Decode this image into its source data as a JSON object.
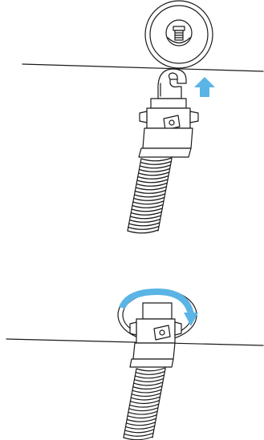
{
  "diagram": {
    "steps": [
      {
        "id": "step-1",
        "action": "push-up",
        "arrow_icon": "arrow-up-icon"
      },
      {
        "id": "step-2",
        "action": "rotate-clockwise",
        "arrow_icon": "rotate-clockwise-icon"
      }
    ]
  },
  "colors": {
    "line": "#1a1a1a",
    "fill": "#ffffff",
    "accent": "#5ab4e5"
  }
}
